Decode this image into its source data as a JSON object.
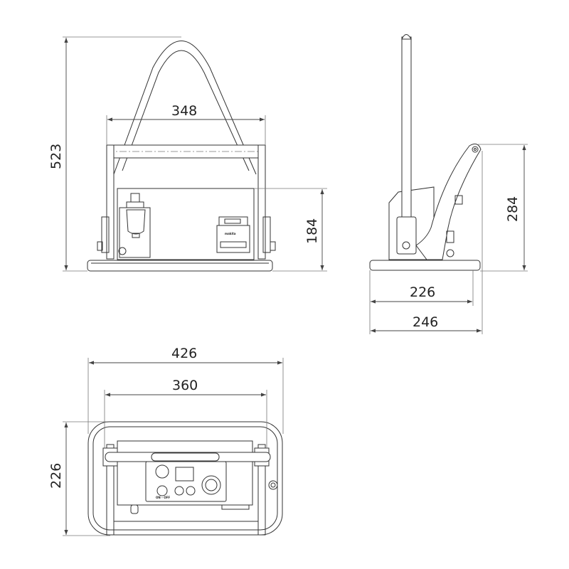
{
  "drawing": {
    "front_view": {
      "dimensions": {
        "overall_height": "523",
        "frame_width": "348",
        "housing_height": "184"
      },
      "battery_brand": "makita"
    },
    "side_view": {
      "dimensions": {
        "base_depth": "226",
        "overall_depth": "246",
        "arm_height": "284"
      }
    },
    "top_view": {
      "dimensions": {
        "overall_width": "426",
        "frame_width": "360",
        "overall_depth": "226"
      },
      "panel_labels": {
        "power_switch": "ON - OFF"
      }
    },
    "line_color": "#333333"
  }
}
